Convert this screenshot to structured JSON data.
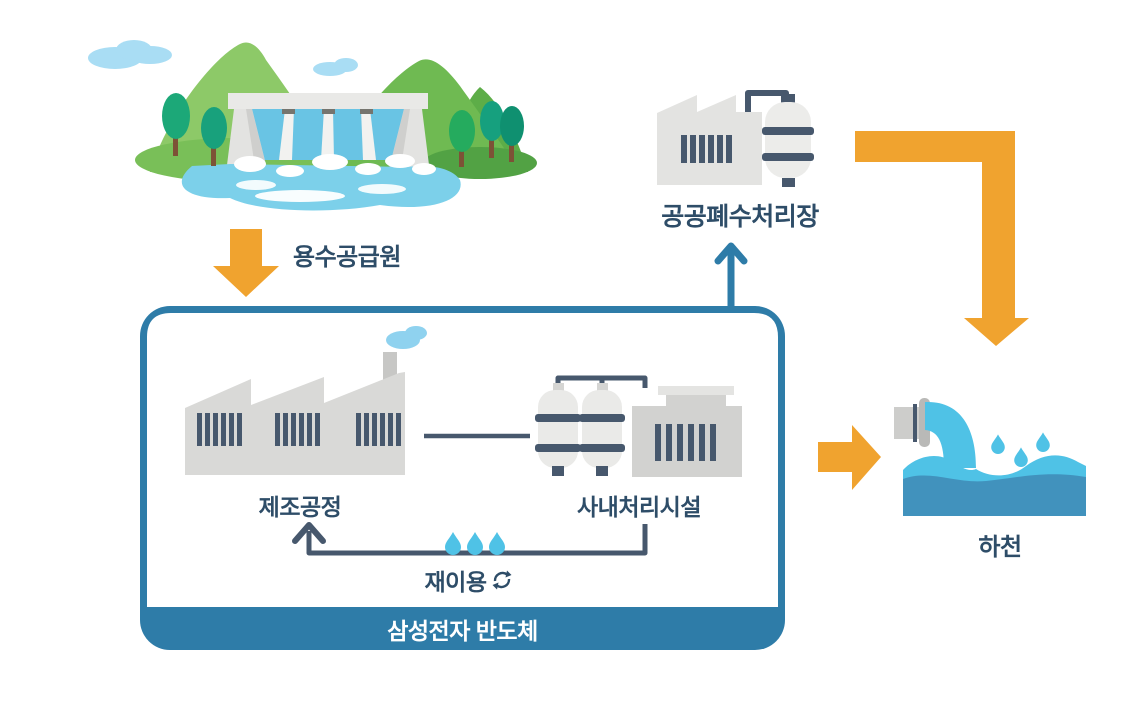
{
  "labels": {
    "water_source": "용수공급원",
    "public_wastewater_plant": "공공폐수처리장",
    "manufacturing_process": "제조공정",
    "onsite_treatment_facility": "사내처리시설",
    "reuse": "재이용",
    "samsung_semiconductor": "삼성전자 반도체",
    "river": "하천"
  },
  "colors": {
    "flow_orange": "#f0a32f",
    "box_blue": "#2e7ca8",
    "detail_navy": "#47586d",
    "label_navy": "#2e4d68",
    "water_cyan": "#4fc2e6"
  },
  "icons": [
    "dam-illustration",
    "down-arrow-icon",
    "factory-icon",
    "onsite-treatment-icon",
    "recycle-icon",
    "water-drops-icon",
    "up-arrow-icon",
    "wastewater-plant-icon",
    "corner-arrow-icon",
    "right-arrow-icon",
    "river-outfall-icon"
  ]
}
